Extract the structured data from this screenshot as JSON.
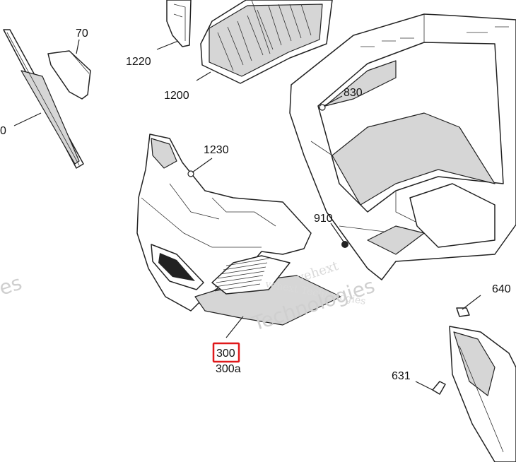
{
  "callouts": {
    "c70": "70",
    "c1220": "1220",
    "c1200": "1200",
    "c0": "0",
    "c830": "830",
    "c1230": "1230",
    "c910": "910",
    "c640": "640",
    "c300": "300",
    "c300a": "300a",
    "c631": "631"
  },
  "highlight_color": "#e0191b",
  "watermark": {
    "line1": "vehext",
    "line2": "vehext Technologies",
    "line3": "Technologies",
    "edge_fragment": "es"
  }
}
